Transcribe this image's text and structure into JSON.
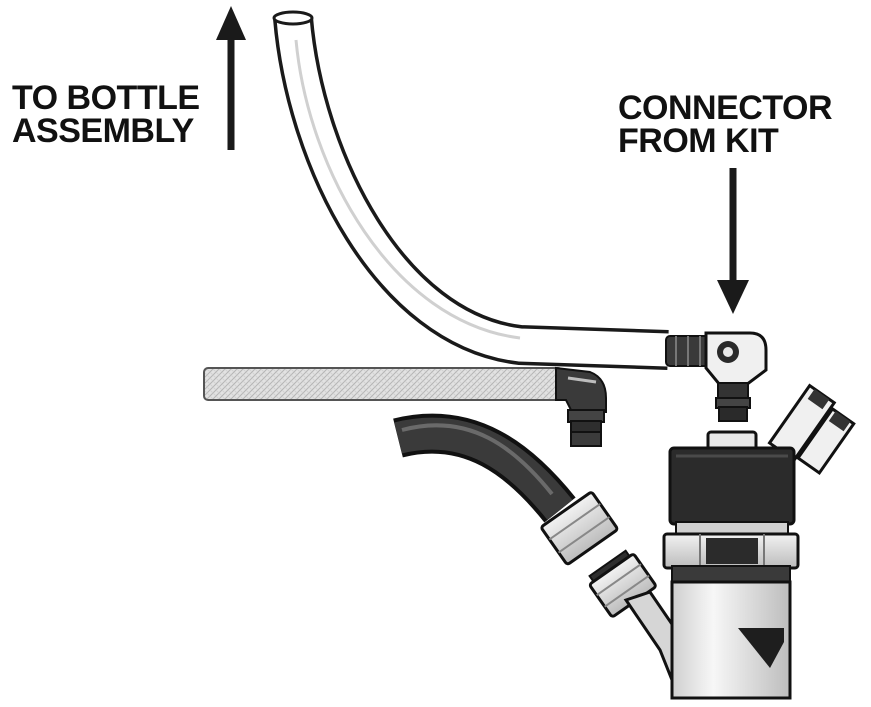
{
  "labels": {
    "to_bottle": {
      "line1": "TO BOTTLE",
      "line2": "ASSEMBLY"
    },
    "connector": {
      "line1": "CONNECTOR",
      "line2": "FROM KIT"
    }
  },
  "colors": {
    "ink": "#1a1a1a",
    "tube_fill": "#ffffff",
    "braided_hose": "#d9d9d9",
    "rubber_hose": "#333333",
    "solenoid_body": "#2b2b2b",
    "valve_body": "#ececec",
    "nut_fill": "#e4e4e4"
  },
  "icons": {
    "arrow_up": "arrow-up-icon",
    "arrow_down": "arrow-down-icon"
  }
}
